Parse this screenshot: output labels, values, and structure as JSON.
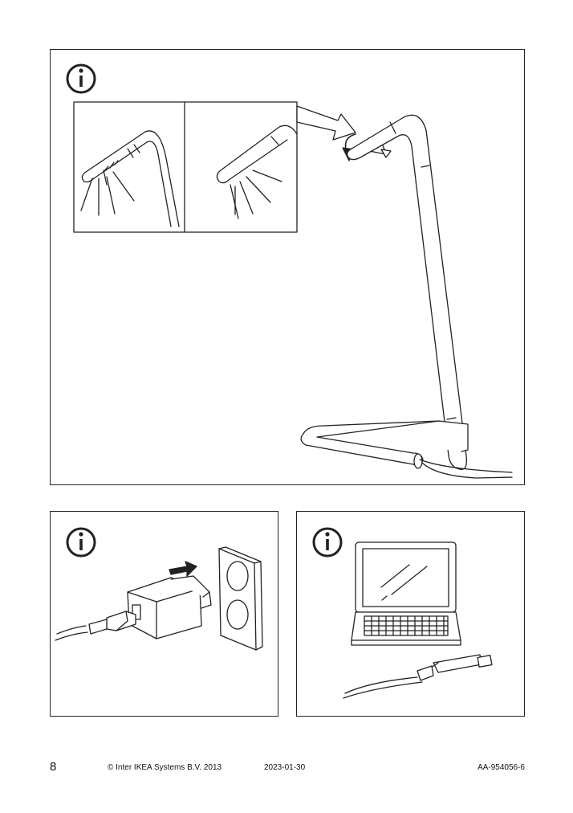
{
  "footer": {
    "page_number": "8",
    "copyright": "© Inter IKEA Systems B.V. 2013",
    "date": "2023-01-30",
    "doc_id": "AA-954056-6"
  },
  "icons": {
    "info": "info-icon",
    "lamp": "desk-lamp-illustration",
    "adapter": "usb-power-adapter-illustration",
    "outlet": "wall-outlet-illustration",
    "laptop": "laptop-illustration",
    "usb_cable": "usb-cable-illustration"
  },
  "colors": {
    "line": "#222222",
    "background": "#ffffff"
  }
}
